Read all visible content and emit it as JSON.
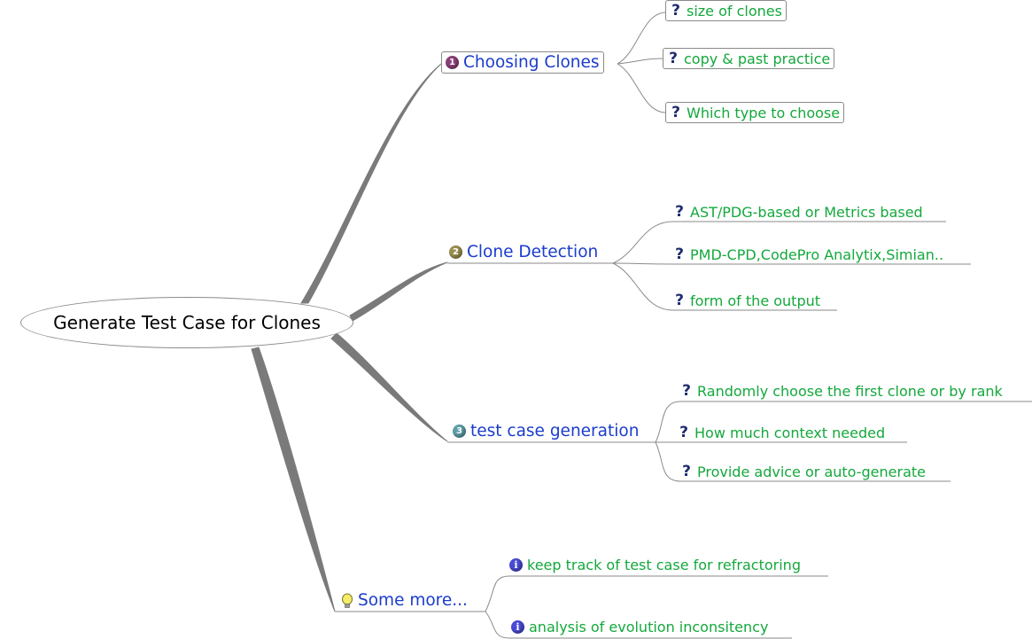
{
  "root": {
    "label": "Generate Test Case for Clones"
  },
  "branches": [
    {
      "label": "Choosing Clones",
      "marker": "1",
      "icon": "priority-1-icon",
      "children": [
        {
          "label": "size of clones",
          "icon": "question-icon"
        },
        {
          "label": "copy & past practice",
          "icon": "question-icon"
        },
        {
          "label": "Which type to choose",
          "icon": "question-icon"
        }
      ]
    },
    {
      "label": "Clone Detection",
      "marker": "2",
      "icon": "priority-2-icon",
      "children": [
        {
          "label": "AST/PDG-based or Metrics based",
          "icon": "question-icon"
        },
        {
          "label": "PMD-CPD,CodePro Analytix,Simian..",
          "icon": "question-icon"
        },
        {
          "label": "form of the output",
          "icon": "question-icon"
        }
      ]
    },
    {
      "label": "test case generation",
      "marker": "3",
      "icon": "priority-3-icon",
      "children": [
        {
          "label": "Randomly choose the first clone or by rank",
          "icon": "question-icon"
        },
        {
          "label": "How much context needed",
          "icon": "question-icon"
        },
        {
          "label": "Provide advice or auto-generate",
          "icon": "question-icon"
        }
      ]
    },
    {
      "label": "Some more...",
      "icon": "lightbulb-icon",
      "children": [
        {
          "label": "keep track of test case for refractoring",
          "icon": "info-icon"
        },
        {
          "label": "analysis of evolution inconsitency",
          "icon": "info-icon"
        }
      ]
    }
  ],
  "colors": {
    "root_text": "#000000",
    "branch_text": "#1a3ccc",
    "leaf_text": "#14a83c",
    "connector": "#8a8a8a",
    "thick_connector": "#7a7a7a"
  }
}
